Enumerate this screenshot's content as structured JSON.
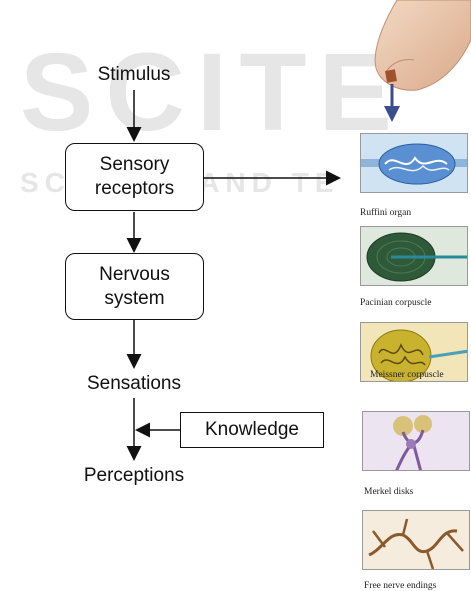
{
  "watermark": {
    "line1": "SCITE",
    "line2": "SCIENCE AND TE"
  },
  "flow": {
    "stimulus": "Stimulus",
    "sensory_receptors": [
      "Sensory",
      "receptors"
    ],
    "nervous_system": [
      "Nervous",
      "system"
    ],
    "sensations": "Sensations",
    "knowledge": "Knowledge",
    "perceptions": "Perceptions"
  },
  "receptors": [
    {
      "caption": "Ruffini organ",
      "color": "#5a8fd1"
    },
    {
      "caption": "Pacinian corpuscle",
      "color": "#2f5a3a"
    },
    {
      "caption": "Meissner corpuscle",
      "color": "#c9b22d"
    },
    {
      "caption": "Merkel disks",
      "color": "#7e5b9c"
    },
    {
      "caption": "Free nerve endings",
      "color": "#8a5a2b"
    }
  ]
}
